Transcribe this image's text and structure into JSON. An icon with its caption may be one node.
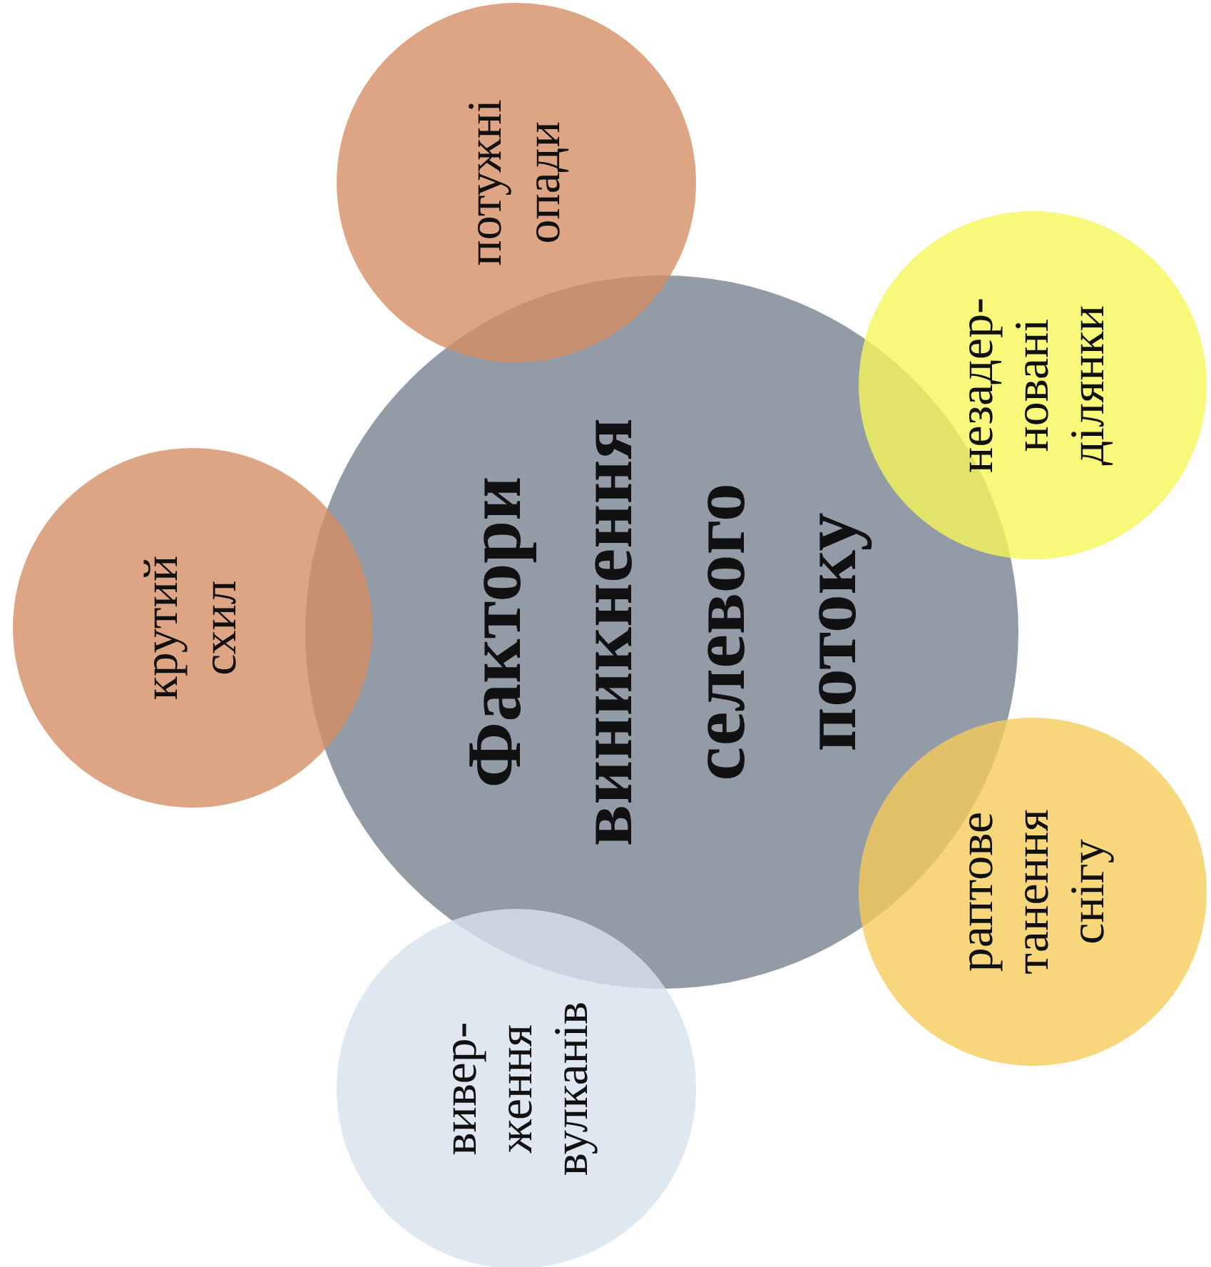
{
  "diagram": {
    "nodes": [
      {
        "text": [
          "Фактори виникнення селевого потоку"
        ]
      },
      {
        "text": [
          "потужні опади"
        ]
      },
      {
        "text": [
          "незадер- новані ділянки"
        ]
      },
      {
        "text": [
          "крутий схил"
        ]
      },
      {
        "text": [
          "раптове танення снігу"
        ]
      },
      {
        "text": [
          "вивер- ження вулканів"
        ]
      }
    ]
  }
}
